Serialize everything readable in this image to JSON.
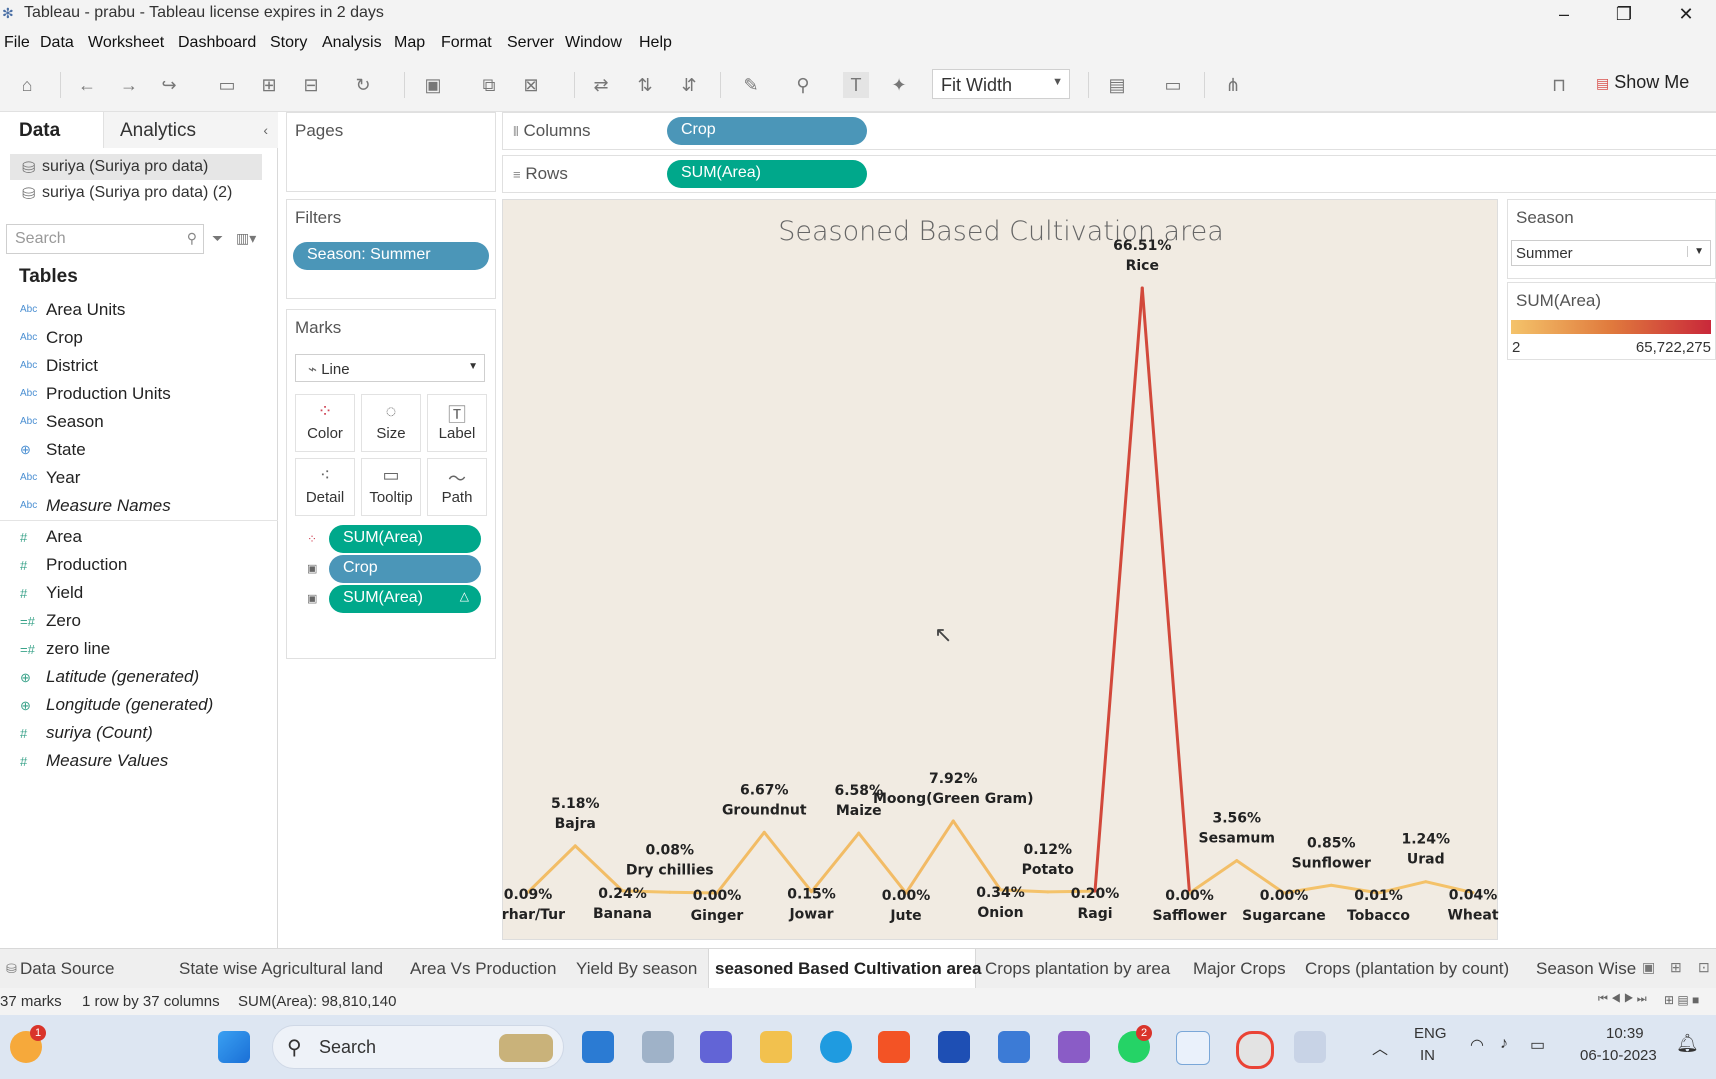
{
  "window": {
    "title": "Tableau - prabu - Tableau license expires in 2 days"
  },
  "menu": [
    "File",
    "Data",
    "Worksheet",
    "Dashboard",
    "Story",
    "Analysis",
    "Map",
    "Format",
    "Server",
    "Window",
    "Help"
  ],
  "toolbar": {
    "fit": "Fit Width",
    "show_me": "Show Me"
  },
  "data_pane": {
    "tab_data": "Data",
    "tab_analytics": "Analytics",
    "sources": [
      "suriya (Suriya pro data)",
      "suriya (Suriya pro data) (2)"
    ],
    "search_placeholder": "Search",
    "tables_label": "Tables",
    "dimensions": [
      "Area Units",
      "Crop",
      "District",
      "Production Units",
      "Season",
      "State",
      "Year",
      "Measure Names"
    ],
    "dimension_icons": [
      "Abc",
      "Abc",
      "Abc",
      "Abc",
      "Abc",
      "⊕",
      "Abc",
      "Abc"
    ],
    "measures": [
      "Area",
      "Production",
      "Yield",
      "Zero",
      "zero line",
      "Latitude (generated)",
      "Longitude (generated)",
      "suriya (Count)",
      "Measure Values"
    ],
    "measure_icons": [
      "#",
      "#",
      "#",
      "=#",
      "=#",
      "⊕",
      "⊕",
      "#",
      "#"
    ]
  },
  "cards": {
    "pages": "Pages",
    "filters": "Filters",
    "filter_pill": "Season: Summer",
    "marks": "Marks",
    "mark_type": "Line",
    "mark_buttons": [
      "Color",
      "Size",
      "Label",
      "Detail",
      "Tooltip",
      "Path"
    ],
    "mark_pills": [
      "SUM(Area)",
      "Crop",
      "SUM(Area)"
    ]
  },
  "shelves": {
    "columns_label": "Columns",
    "columns_pill": "Crop",
    "rows_label": "Rows",
    "rows_pill": "SUM(Area)"
  },
  "legend": {
    "season_title": "Season",
    "season_value": "Summer",
    "area_title": "SUM(Area)",
    "min": "2",
    "max": "65,722,275"
  },
  "chart_data": {
    "type": "line",
    "title": "Seasoned Based Cultivation area",
    "categories": [
      "Arhar/Tur",
      "Bajra",
      "Banana",
      "Dry chillies",
      "Ginger",
      "Groundnut",
      "Jowar",
      "Maize",
      "Jute",
      "Moong(Green Gram)",
      "Onion",
      "Potato",
      "Ragi",
      "Rice",
      "Safflower",
      "Sesamum",
      "Sugarcane",
      "Sunflower",
      "Tobacco",
      "Urad",
      "Wheat"
    ],
    "values_pct": [
      0.09,
      5.18,
      0.24,
      0.08,
      0.0,
      6.67,
      0.15,
      6.58,
      0.0,
      7.92,
      0.34,
      0.12,
      0.2,
      66.51,
      0.0,
      3.56,
      0.0,
      0.85,
      0.01,
      1.24,
      0.04
    ],
    "labels": [
      "0.09%",
      "5.18%",
      "0.24%",
      "0.08%",
      "0.00%",
      "6.67%",
      "0.15%",
      "6.58%",
      "0.00%",
      "7.92%",
      "0.34%",
      "0.12%",
      "0.20%",
      "66.51%",
      "0.00%",
      "3.56%",
      "0.00%",
      "0.85%",
      "0.01%",
      "1.24%",
      "0.04%"
    ],
    "colors": {
      "low": "#f4c36a",
      "mid": "#e07a3d",
      "high": "#c9283a"
    }
  },
  "sheet_tabs": [
    "Data Source",
    "State wise Agricultural land",
    "Area Vs Production",
    "Yield By season",
    "seasoned Based Cultivation area",
    "Crops plantation by area",
    "Major Crops",
    "Crops (plantation by count)",
    "Season Wise"
  ],
  "status": {
    "marks": "37 marks",
    "dims": "1 row by 37 columns",
    "sum": "SUM(Area): 98,810,140"
  },
  "taskbar": {
    "search": "Search",
    "lang1": "ENG",
    "lang2": "IN",
    "time": "10:39",
    "date": "06-10-2023",
    "badge_whatsapp": "2",
    "badge_widgets": "1"
  }
}
